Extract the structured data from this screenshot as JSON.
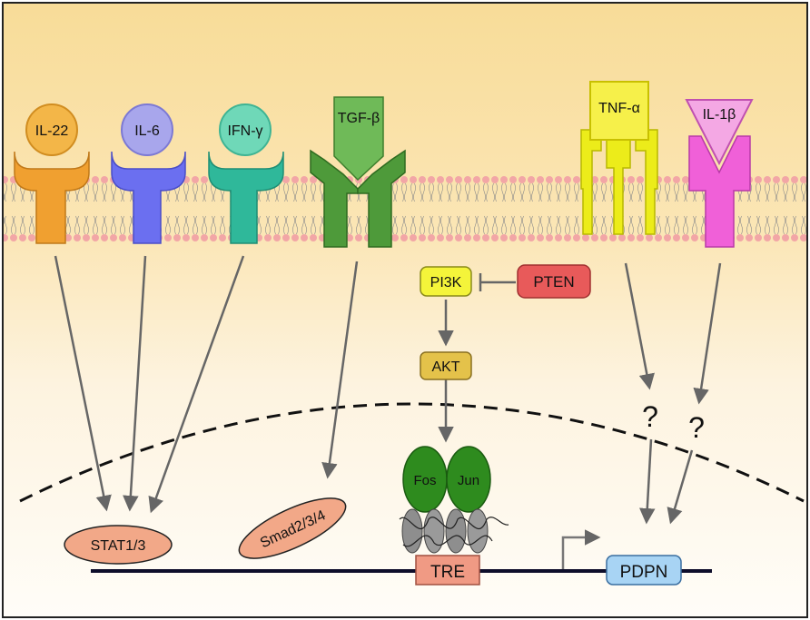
{
  "ligands": {
    "il22": "IL-22",
    "il6": "IL-6",
    "ifng": "IFN-γ",
    "tgfb": "TGF-β",
    "tnfa": "TNF-α",
    "il1b": "IL-1β"
  },
  "signaling": {
    "pi3k": "PI3K",
    "pten": "PTEN",
    "akt": "AKT",
    "fos": "Fos",
    "jun": "Jun"
  },
  "nuclear": {
    "stat": "STAT1/3",
    "smad": "Smad2/3/4",
    "tre": "TRE",
    "pdpn": "PDPN",
    "unknown_1": "?",
    "unknown_2": "?"
  },
  "colors": {
    "il22": "#f0a030",
    "il6": "#6b6ff0",
    "ifng": "#2fb89a",
    "tgfb": "#4e9a3a",
    "tnfa": "#ecec1a",
    "il1b": "#f060d8",
    "pi3k": "#f4f43a",
    "pten": "#e85a5a",
    "akt": "#e4c24a",
    "fos_jun": "#2e8b1e",
    "stat_smad": "#f2a888",
    "pdpn": "#a8d4f4"
  }
}
